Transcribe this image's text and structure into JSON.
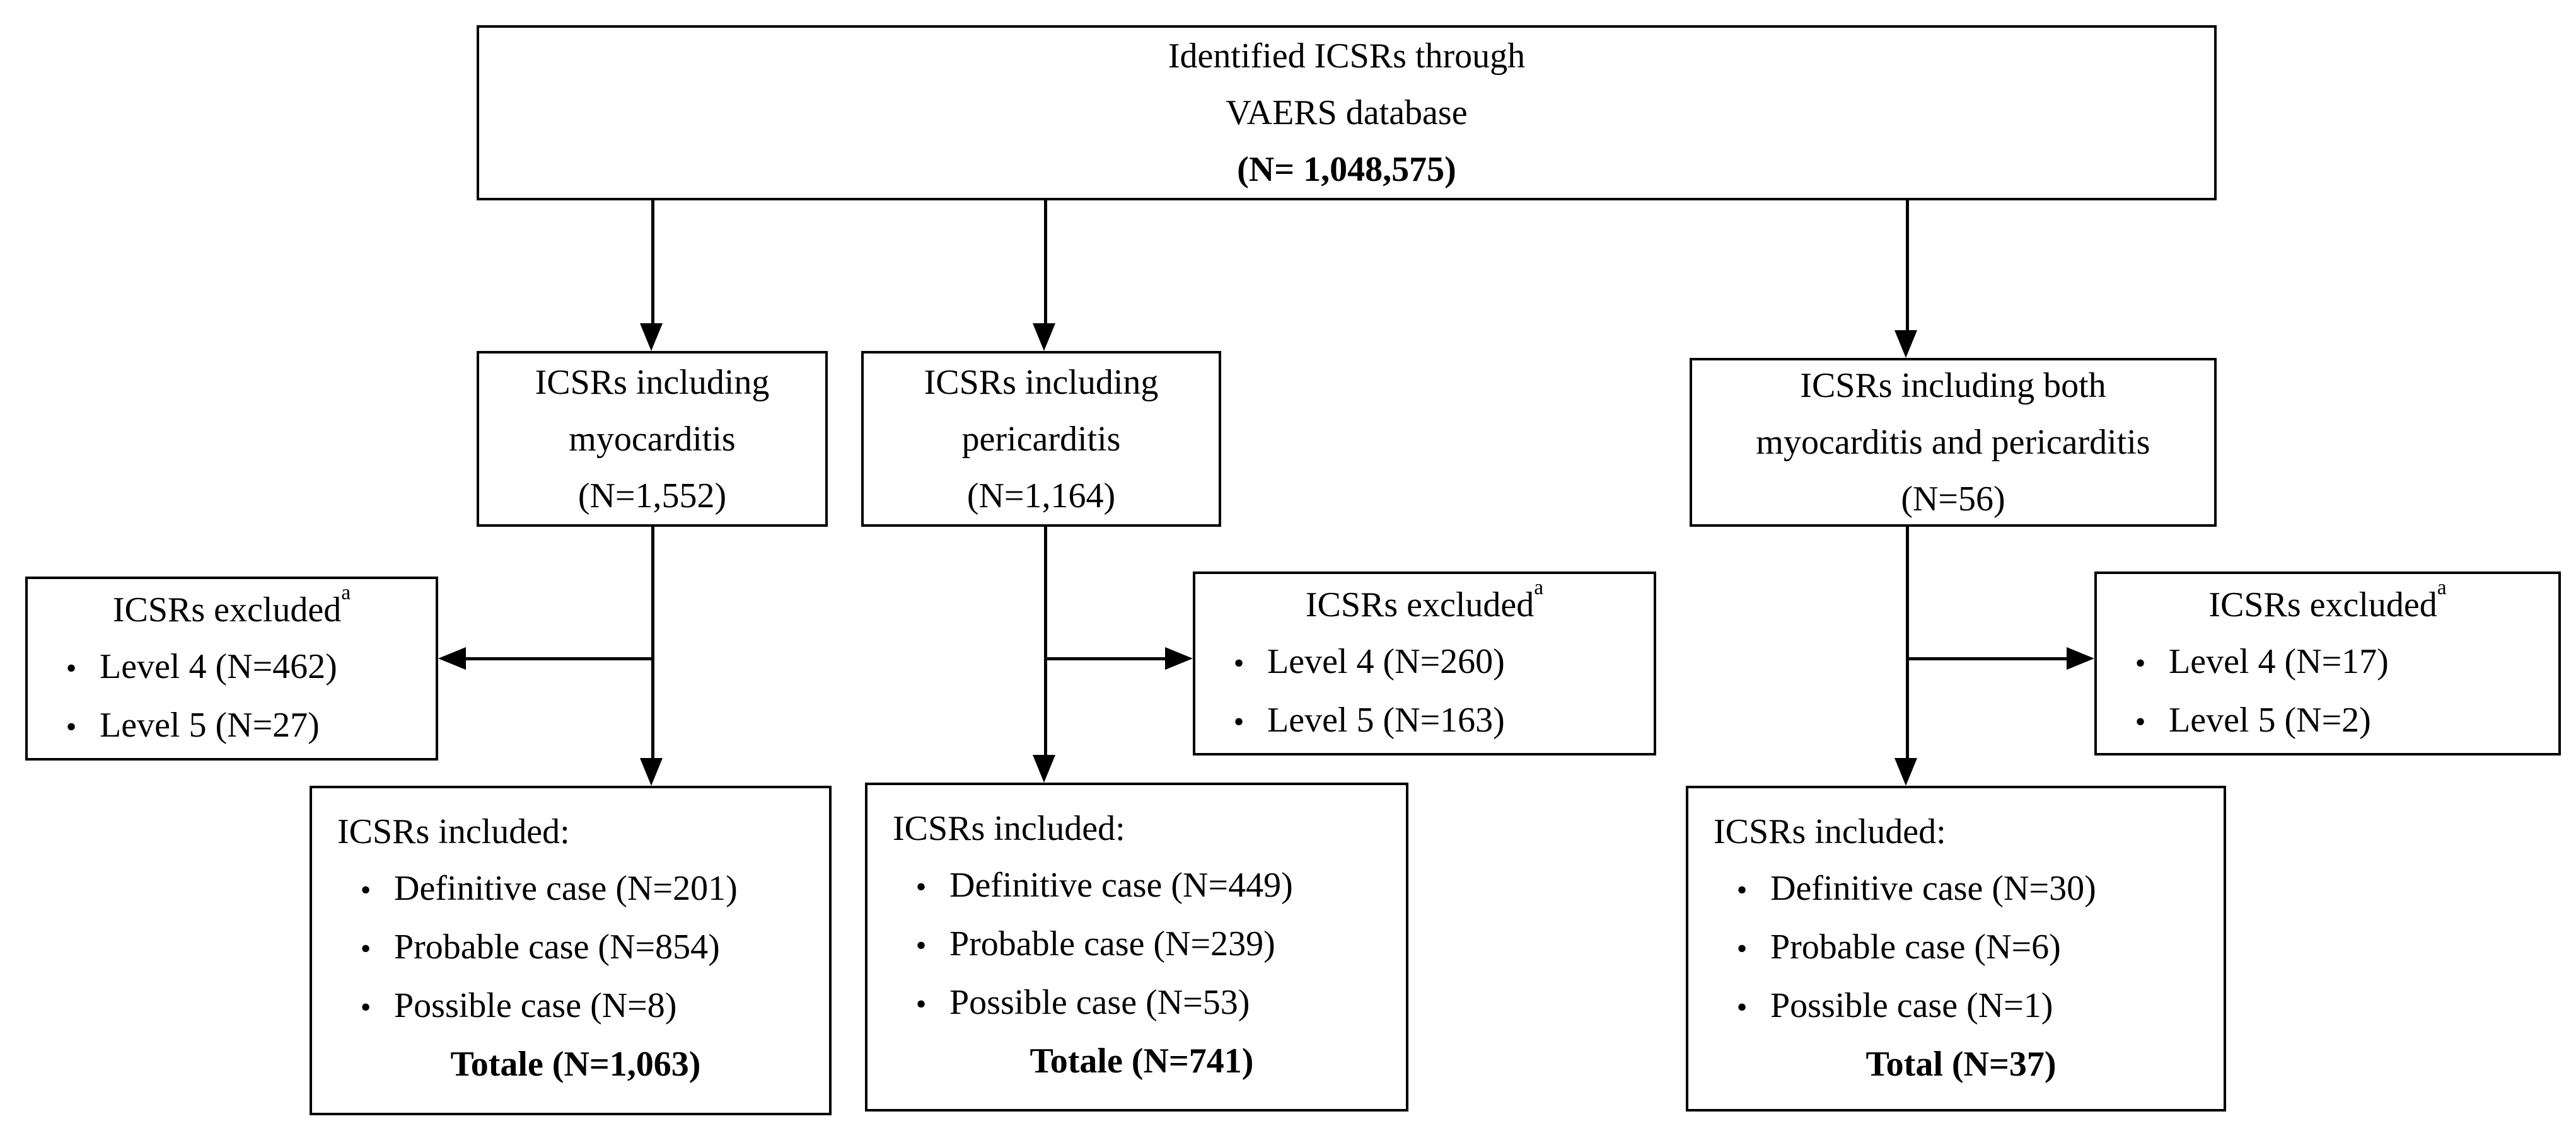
{
  "ui": {
    "bullet": "•"
  },
  "colors": {
    "background": "#ffffff",
    "line": "#000000",
    "text": "#000000"
  },
  "source_box": {
    "line1": "Identified ICSRs through",
    "line2": "VAERS database",
    "line3": "(N= 1,048,575)"
  },
  "branches": [
    {
      "name": "myocarditis",
      "screen_box": {
        "line1": "ICSRs including",
        "line2": "myocarditis",
        "line3": "(N=1,552)"
      },
      "excluded": {
        "title": "ICSRs excluded",
        "note_ref": "a",
        "items": [
          "Level 4 (N=462)",
          "Level 5 (N=27)"
        ]
      },
      "included": {
        "title": "ICSRs included:",
        "items": [
          "Definitive case (N=201)",
          "Probable case (N=854)",
          "Possible case (N=8)"
        ],
        "total": "Totale (N=1,063)"
      }
    },
    {
      "name": "pericarditis",
      "screen_box": {
        "line1": "ICSRs including",
        "line2": "pericarditis",
        "line3": "(N=1,164)"
      },
      "excluded": {
        "title": "ICSRs excluded",
        "note_ref": "a",
        "items": [
          "Level 4 (N=260)",
          "Level 5 (N=163)"
        ]
      },
      "included": {
        "title": "ICSRs included:",
        "items": [
          "Definitive case (N=449)",
          "Probable case (N=239)",
          "Possible case (N=53)"
        ],
        "total": "Totale (N=741)"
      }
    },
    {
      "name": "both-myocarditis-and-pericarditis",
      "screen_box": {
        "line1": "ICSRs including both",
        "line2": "myocarditis and pericarditis",
        "line3": "(N=56)"
      },
      "excluded": {
        "title": "ICSRs excluded",
        "note_ref": "a",
        "items": [
          "Level 4 (N=17)",
          "Level 5 (N=2)"
        ]
      },
      "included": {
        "title": "ICSRs included:",
        "items": [
          "Definitive case (N=30)",
          "Probable case (N=6)",
          "Possible case (N=1)"
        ],
        "total": "Total (N=37)"
      }
    }
  ]
}
